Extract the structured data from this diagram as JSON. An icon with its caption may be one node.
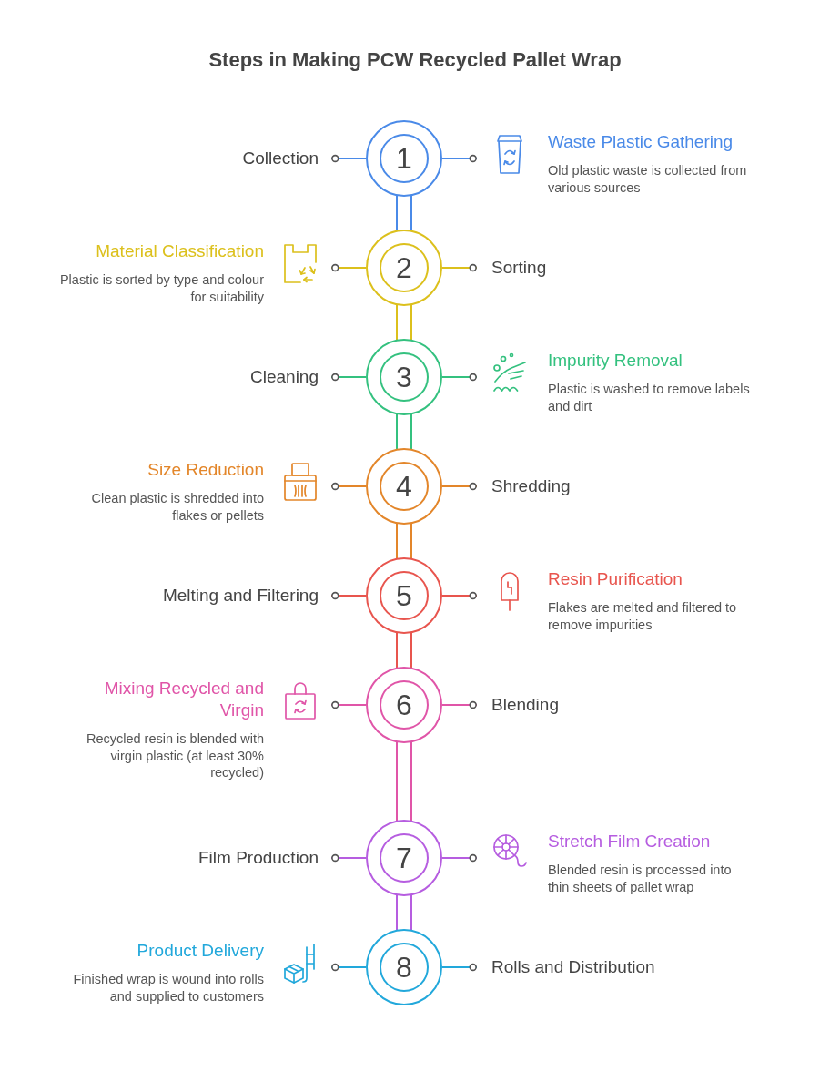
{
  "diagram": {
    "title": "Steps in Making PCW Recycled Pallet Wrap",
    "nodes": [
      {
        "text": [
          "Collection"
        ]
      },
      {
        "text": [
          "1"
        ]
      },
      {
        "text": [
          "Waste Plastic Gathering",
          "Old plastic waste is collected from various sources"
        ]
      },
      {
        "text": [
          "Material Classification",
          "Plastic is sorted by type and colour for suitability"
        ]
      },
      {
        "text": [
          "2"
        ]
      },
      {
        "text": [
          "Sorting"
        ]
      },
      {
        "text": [
          "Cleaning"
        ]
      },
      {
        "text": [
          "3"
        ]
      },
      {
        "text": [
          "Impurity Removal",
          "Plastic is washed to remove labels and dirt"
        ]
      },
      {
        "text": [
          "Size Reduction",
          "Clean plastic is shredded into flakes or pellets"
        ]
      },
      {
        "text": [
          "4"
        ]
      },
      {
        "text": [
          "Shredding"
        ]
      },
      {
        "text": [
          "Melting and Filtering"
        ]
      },
      {
        "text": [
          "5"
        ]
      },
      {
        "text": [
          "Resin Purification",
          "Flakes are melted and filtered to remove impurities"
        ]
      },
      {
        "text": [
          "Mixing Recycled and Virgin",
          "Recycled resin is blended with virgin plastic (at least 30% recycled)"
        ]
      },
      {
        "text": [
          "6"
        ]
      },
      {
        "text": [
          "Blending"
        ]
      },
      {
        "text": [
          "Film Production"
        ]
      },
      {
        "text": [
          "7"
        ]
      },
      {
        "text": [
          "Stretch Film Creation",
          "Blended resin is processed into thin sheets of pallet wrap"
        ]
      },
      {
        "text": [
          "Product Delivery",
          "Finished wrap is wound into rolls and supplied to customers"
        ]
      },
      {
        "text": [
          "8"
        ]
      },
      {
        "text": [
          "Rolls and Distribution"
        ]
      }
    ],
    "edges": [
      {
        "from": 1,
        "to": 0,
        "arrow": "other",
        "color": "#4a8ae8"
      },
      {
        "from": 1,
        "to": 2,
        "arrow": "other",
        "color": "#4a8ae8"
      },
      {
        "from": 1,
        "to": 4,
        "arrow": "none",
        "style": "thick",
        "color": "#4a8ae8"
      },
      {
        "from": 4,
        "to": 3,
        "arrow": "other",
        "color": "#dcc01c"
      },
      {
        "from": 4,
        "to": 5,
        "arrow": "other",
        "color": "#dcc01c"
      },
      {
        "from": 4,
        "to": 7,
        "arrow": "none",
        "style": "thick",
        "color": "#dcc01c"
      },
      {
        "from": 7,
        "to": 6,
        "arrow": "other",
        "color": "#34c17f"
      },
      {
        "from": 7,
        "to": 8,
        "arrow": "other",
        "color": "#34c17f"
      },
      {
        "from": 7,
        "to": 10,
        "arrow": "none",
        "style": "thick",
        "color": "#34c17f"
      },
      {
        "from": 10,
        "to": 9,
        "arrow": "other",
        "color": "#e3862a"
      },
      {
        "from": 10,
        "to": 11,
        "arrow": "other",
        "color": "#e3862a"
      },
      {
        "from": 10,
        "to": 13,
        "arrow": "none",
        "style": "thick",
        "color": "#e3862a"
      },
      {
        "from": 13,
        "to": 12,
        "arrow": "other",
        "color": "#e8554e"
      },
      {
        "from": 13,
        "to": 14,
        "arrow": "other",
        "color": "#e8554e"
      },
      {
        "from": 13,
        "to": 16,
        "arrow": "none",
        "style": "thick",
        "color": "#e8554e"
      },
      {
        "from": 16,
        "to": 15,
        "arrow": "other",
        "color": "#e055a8"
      },
      {
        "from": 16,
        "to": 17,
        "arrow": "other",
        "color": "#e055a8"
      },
      {
        "from": 16,
        "to": 19,
        "arrow": "none",
        "style": "thick",
        "color": "#e055a8"
      },
      {
        "from": 19,
        "to": 18,
        "arrow": "other",
        "color": "#b65de0"
      },
      {
        "from": 19,
        "to": 20,
        "arrow": "other",
        "color": "#b65de0"
      },
      {
        "from": 19,
        "to": 22,
        "arrow": "none",
        "style": "thick",
        "color": "#b65de0"
      },
      {
        "from": 22,
        "to": 21,
        "arrow": "other",
        "color": "#22a8db"
      },
      {
        "from": 22,
        "to": 23,
        "arrow": "other",
        "color": "#22a8db"
      }
    ]
  }
}
